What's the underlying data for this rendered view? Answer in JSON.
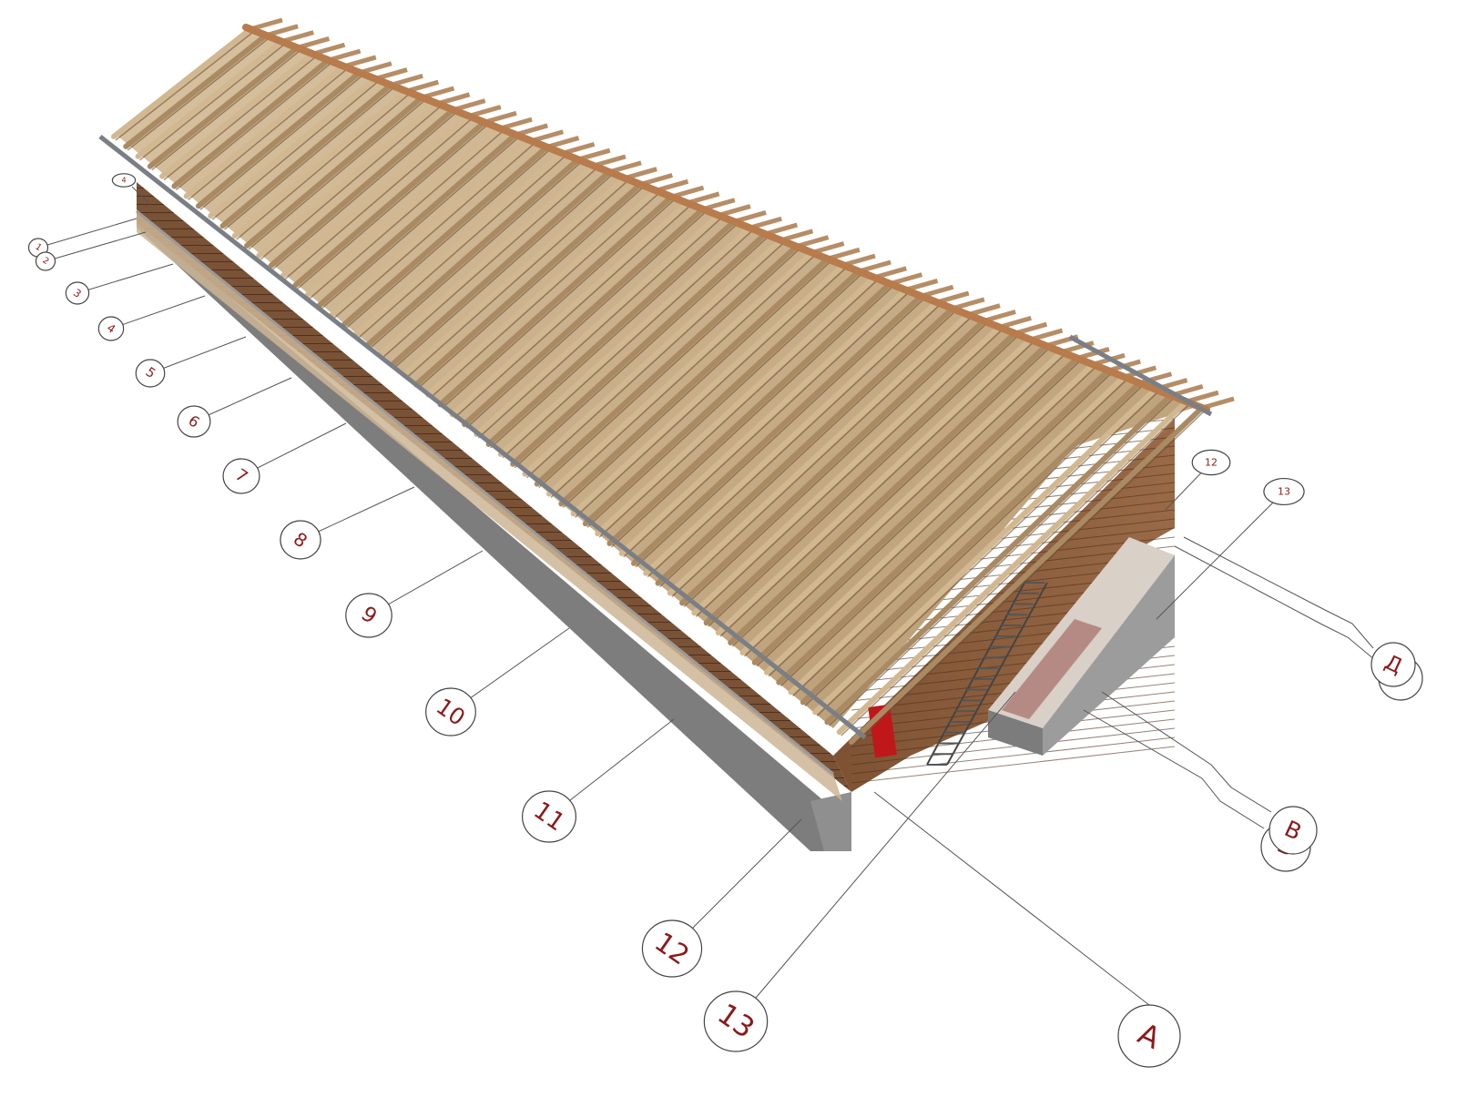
{
  "axes": {
    "numeric_left": [
      "1",
      "2",
      "3",
      "4",
      "5",
      "6",
      "7",
      "8",
      "9",
      "10",
      "11",
      "12",
      "13"
    ],
    "numeric_top": [
      "12",
      "13"
    ],
    "letters": [
      "А",
      "Б",
      "В",
      "Г",
      "Д"
    ]
  },
  "colors": {
    "rafter_light": "#c9ae86",
    "rafter_dark": "#8a6a46",
    "log_wall": "#7a5236",
    "foundation": "#8e8e8e",
    "axis_text": "#8b1a1a",
    "fire_cabinet": "#c0181a"
  }
}
